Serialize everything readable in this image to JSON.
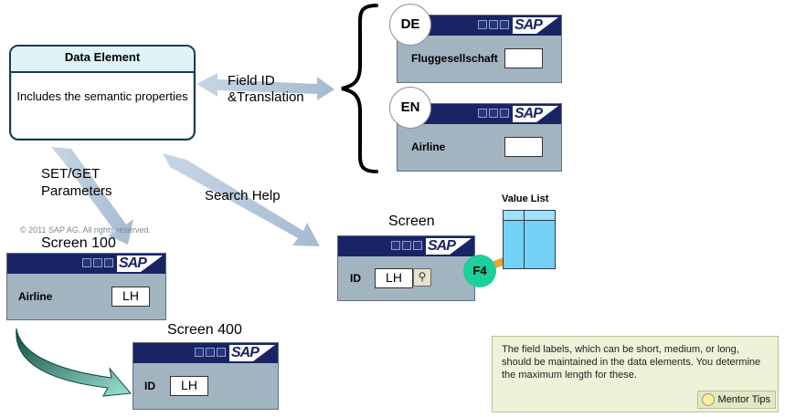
{
  "data_element": {
    "title": "Data Element",
    "body": "Includes the semantic properties"
  },
  "arrows": {
    "field_id": "Field ID\n&Translation",
    "set_get": "SET/GET\nParameters",
    "search_help": "Search Help"
  },
  "lang_de": {
    "badge": "DE",
    "label": "Fluggesellschaft",
    "value": ""
  },
  "lang_en": {
    "badge": "EN",
    "label": "Airline",
    "value": ""
  },
  "brand": "SAP",
  "copyright": "© 2011 SAP AG. All rights reserved.",
  "screen100": {
    "caption": "Screen 100",
    "label": "Airline",
    "value": "LH"
  },
  "screen400": {
    "caption": "Screen 400",
    "label": "ID",
    "value": "LH"
  },
  "screen_search": {
    "caption": "Screen",
    "label": "ID",
    "value": "LH"
  },
  "value_list": {
    "caption": "Value List"
  },
  "f4": "F4",
  "mentor": {
    "text": "The field labels, which can be short, medium, or long, should be maintained in the data elements. You determine the maximum length for these.",
    "button": "Mentor Tips"
  },
  "colors": {
    "window_bar": "#1a2464",
    "window_body": "#a3b4c1",
    "arrow_fill": "#b3c6d8",
    "f4_badge": "#1ccf9b",
    "f4_arrow": "#f59a14",
    "value_list": "#74d1f6",
    "mentor_bg": "#eef2d9"
  },
  "icons": [
    "window-control-icon",
    "sap-logo-icon",
    "search-help-icon",
    "lightbulb-icon",
    "curly-brace-icon"
  ]
}
